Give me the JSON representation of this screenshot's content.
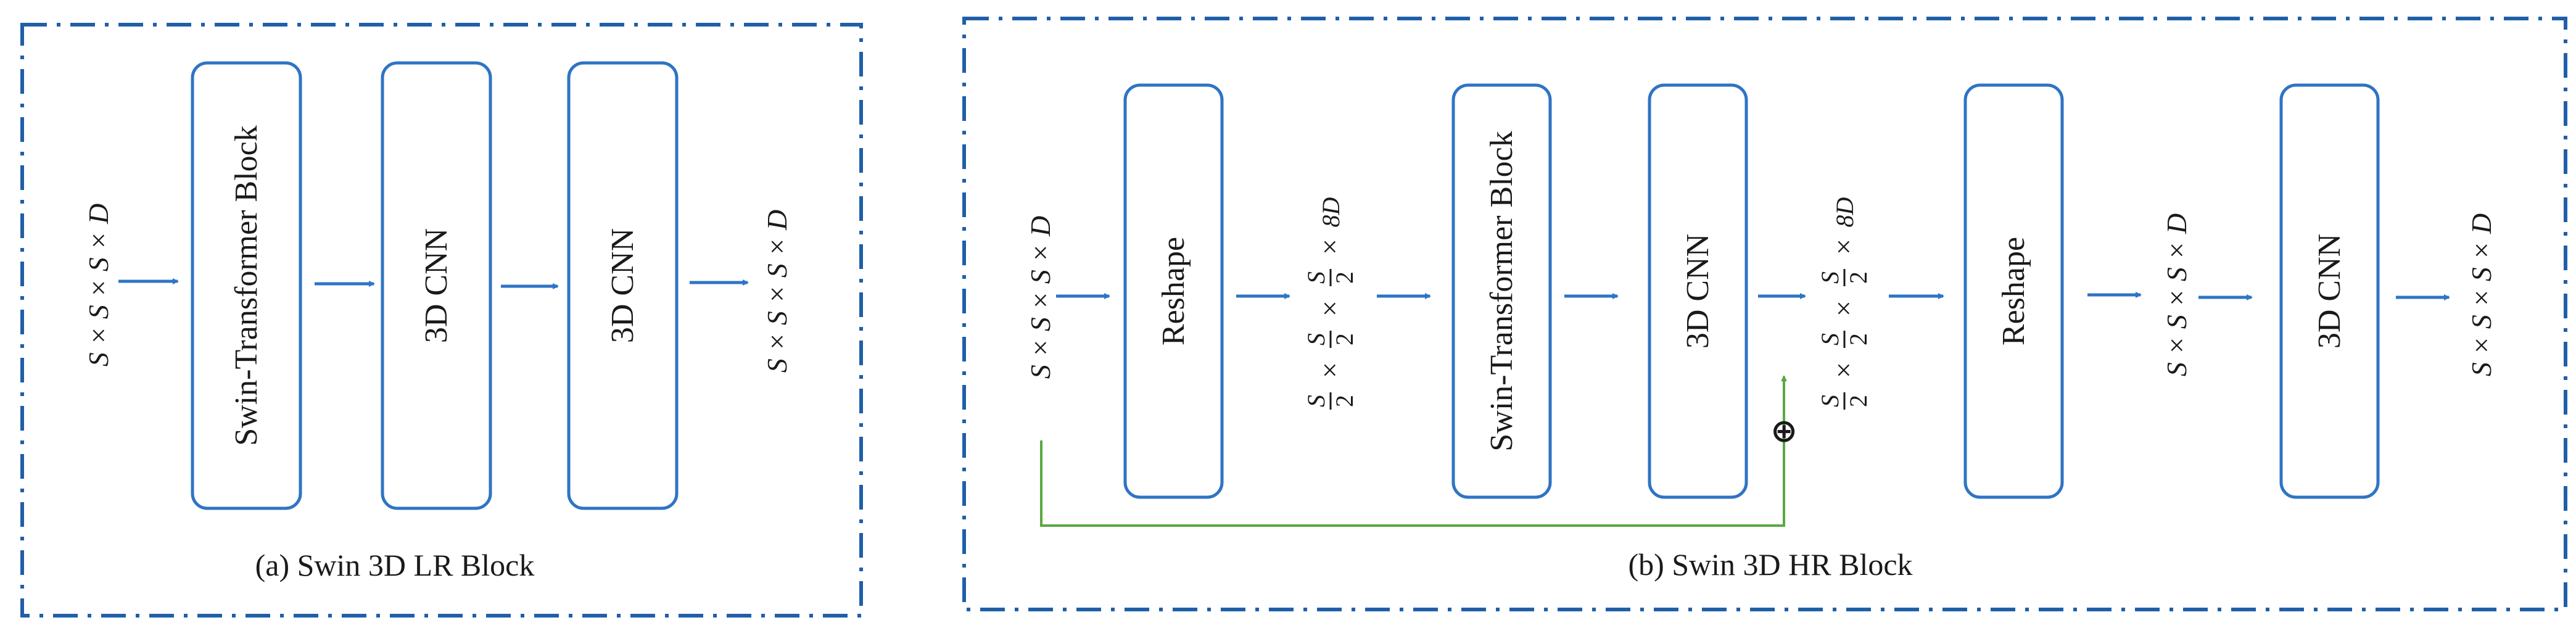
{
  "panel_a": {
    "caption": "(a) Swin 3D LR Block",
    "input_dims": "S × S × S × D",
    "output_dims": "S × S × S × D",
    "blocks": [
      "Swin-Transformer Block",
      "3D CNN",
      "3D CNN"
    ]
  },
  "panel_b": {
    "caption": "(b) Swin 3D HR Block",
    "input_dims": "S × S × S × D",
    "blocks": [
      "Reshape",
      "Swin-Transformer Block",
      "3D CNN",
      "Reshape",
      "3D CNN"
    ],
    "mid_dims_1": {
      "a": "S",
      "b": "2",
      "c": "S",
      "d": "2",
      "e": "S",
      "f": "2",
      "g": "8D"
    },
    "mid_dims_2": {
      "a": "S",
      "b": "2",
      "c": "S",
      "d": "2",
      "e": "S",
      "f": "2",
      "g": "8D"
    },
    "dims_after_reshape": "S × S × S × D",
    "output_dims": "S × S × S × D",
    "skip_symbol": "⊕"
  },
  "colors": {
    "frame": "#1f5fa8",
    "box": "#2e74c4",
    "arrow": "#2e74c4",
    "skip": "#5aa840"
  }
}
